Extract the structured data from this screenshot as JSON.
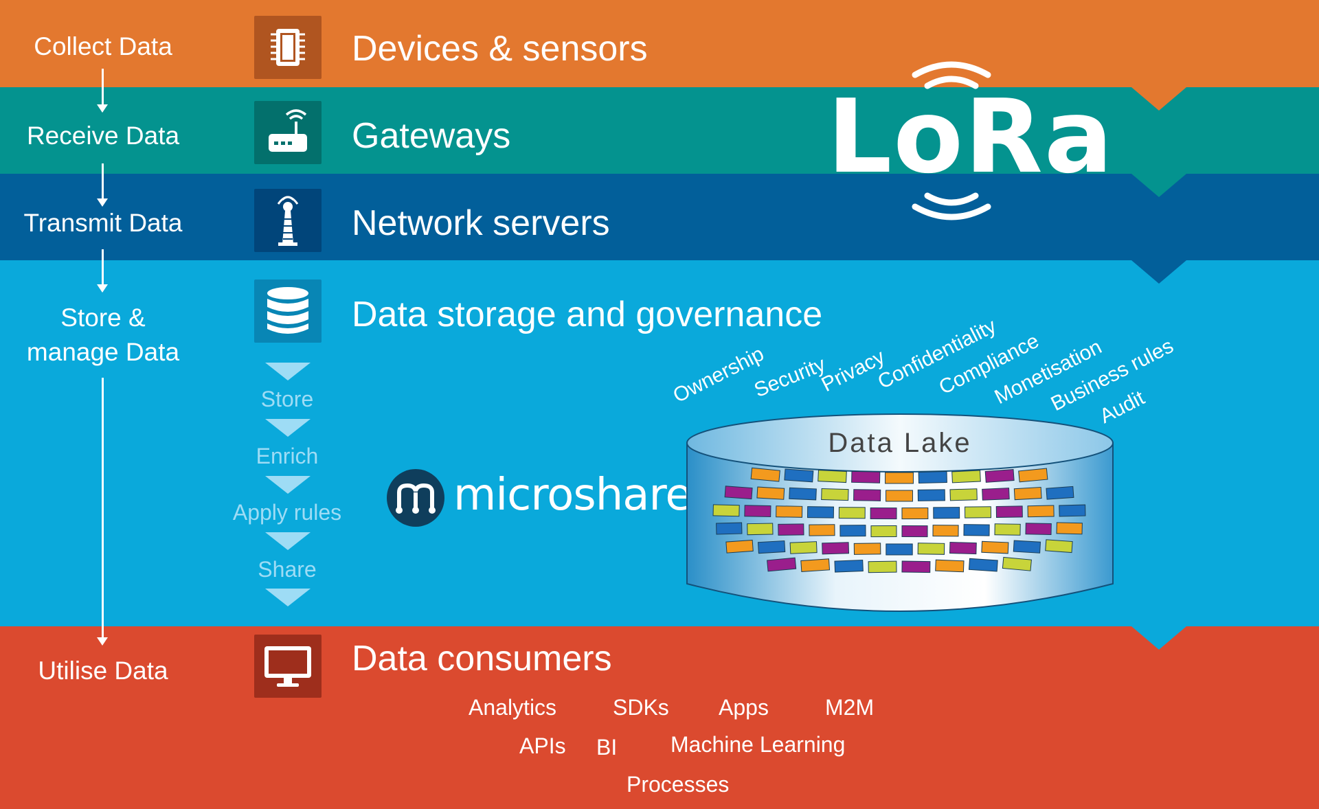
{
  "colors": {
    "collect": "#e3782f",
    "receive": "#04938f",
    "transmit": "#025f9a",
    "store": "#0aa9db",
    "utilise": "#db4a2f"
  },
  "stages": {
    "collect": "Collect Data",
    "receive": "Receive Data",
    "transmit": "Transmit Data",
    "store_line1": "Store &",
    "store_line2": "manage Data",
    "utilise": "Utilise Data"
  },
  "headings": {
    "devices": "Devices & sensors",
    "gateways": "Gateways",
    "network": "Network servers",
    "storage": "Data storage and governance",
    "consumers": "Data consumers"
  },
  "icons": [
    "chip-icon",
    "router-icon",
    "antenna-tower-icon",
    "database-icon",
    "monitor-icon"
  ],
  "steps": [
    "Store",
    "Enrich",
    "Apply rules",
    "Share"
  ],
  "lora_logo": "LoRa",
  "microshare": {
    "logo_text": "microshare"
  },
  "governance": [
    "Ownership",
    "Security",
    "Privacy",
    "Confidentiality",
    "Compliance",
    "Monetisation",
    "Business rules",
    "Audit"
  ],
  "data_lake": {
    "title": "Data Lake"
  },
  "consumers": [
    "Analytics",
    "SDKs",
    "Apps",
    "M2M",
    "APIs",
    "BI",
    "Machine Learning",
    "Processes"
  ]
}
